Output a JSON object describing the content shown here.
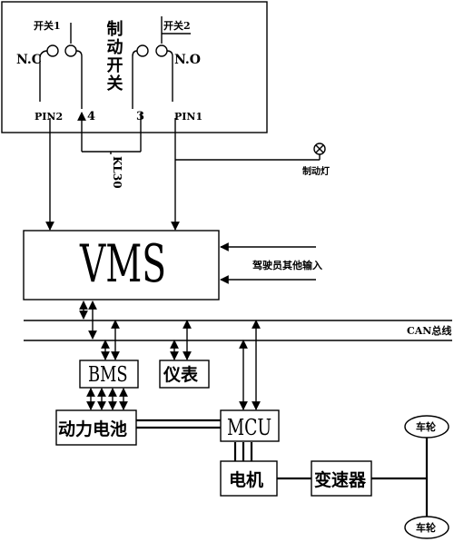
{
  "switch": {
    "label_switch1": "开关1",
    "label_switch2": "开关2",
    "title": "制动开关",
    "label_nc": "N.C",
    "label_no": "N.O",
    "pin2": "PIN2",
    "pin4": "4",
    "pin3": "3",
    "pin1": "PIN1",
    "kl30": "KL30"
  },
  "brake_lamp": {
    "label": "制动灯"
  },
  "vms": {
    "label": "VMS",
    "driver_input": "驾驶员其他输入"
  },
  "can_bus": {
    "label": "CAN总线"
  },
  "modules": {
    "bms": "BMS",
    "instrument": "仪表",
    "battery": "动力电池",
    "mcu": "MCU",
    "motor": "电机",
    "gearbox": "变速器"
  },
  "wheels": {
    "top": "车轮",
    "bottom": "车轮"
  }
}
